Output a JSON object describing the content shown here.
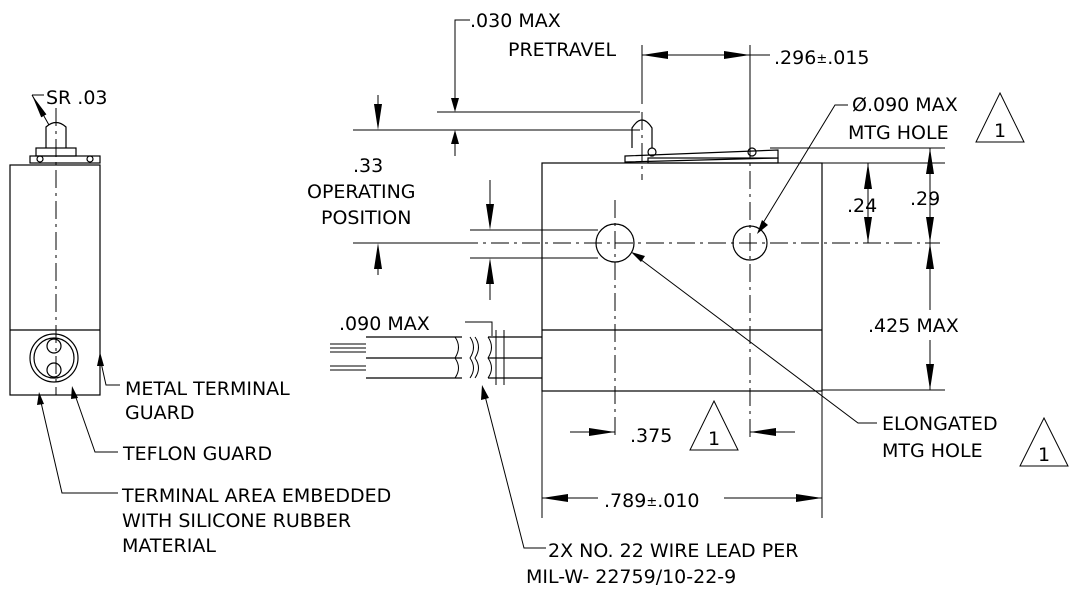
{
  "side_view": {
    "radius_label": "SR .03",
    "metal_guard_line1": "METAL TERMINAL",
    "metal_guard_line2": "GUARD",
    "teflon_guard": "TEFLON GUARD",
    "terminal_area_line1": "TERMINAL AREA EMBEDDED",
    "terminal_area_line2": "WITH SILICONE RUBBER",
    "terminal_area_line3": "MATERIAL"
  },
  "front_view": {
    "pretravel_line1": ".030 MAX",
    "pretravel_line2": "PRETRAVEL",
    "actuator_offset": ".296",
    "actuator_offset_tol": "±",
    "actuator_offset_tol_value": ".015",
    "mtg_hole_line1": "Ø.090 MAX",
    "mtg_hole_line2": "MTG HOLE",
    "mtg_hole_note": "1",
    "operating_line1": ".33",
    "operating_line2": "OPERATING",
    "operating_line3": "POSITION",
    "hole_height_24": ".24",
    "hole_height_29": ".29",
    "wire_max": ".090 MAX",
    "body_height": ".425 MAX",
    "hole_spacing": ".375",
    "hole_spacing_note": "1",
    "elongated_line1": "ELONGATED",
    "elongated_line2": "MTG HOLE",
    "elongated_note": "1",
    "body_length": ".789",
    "body_length_tol": "±",
    "body_length_tol_value": ".010",
    "wire_lead_line1": "2X NO. 22 WIRE LEAD PER",
    "wire_lead_line2": "MIL-W- 22759/10-22-9"
  }
}
